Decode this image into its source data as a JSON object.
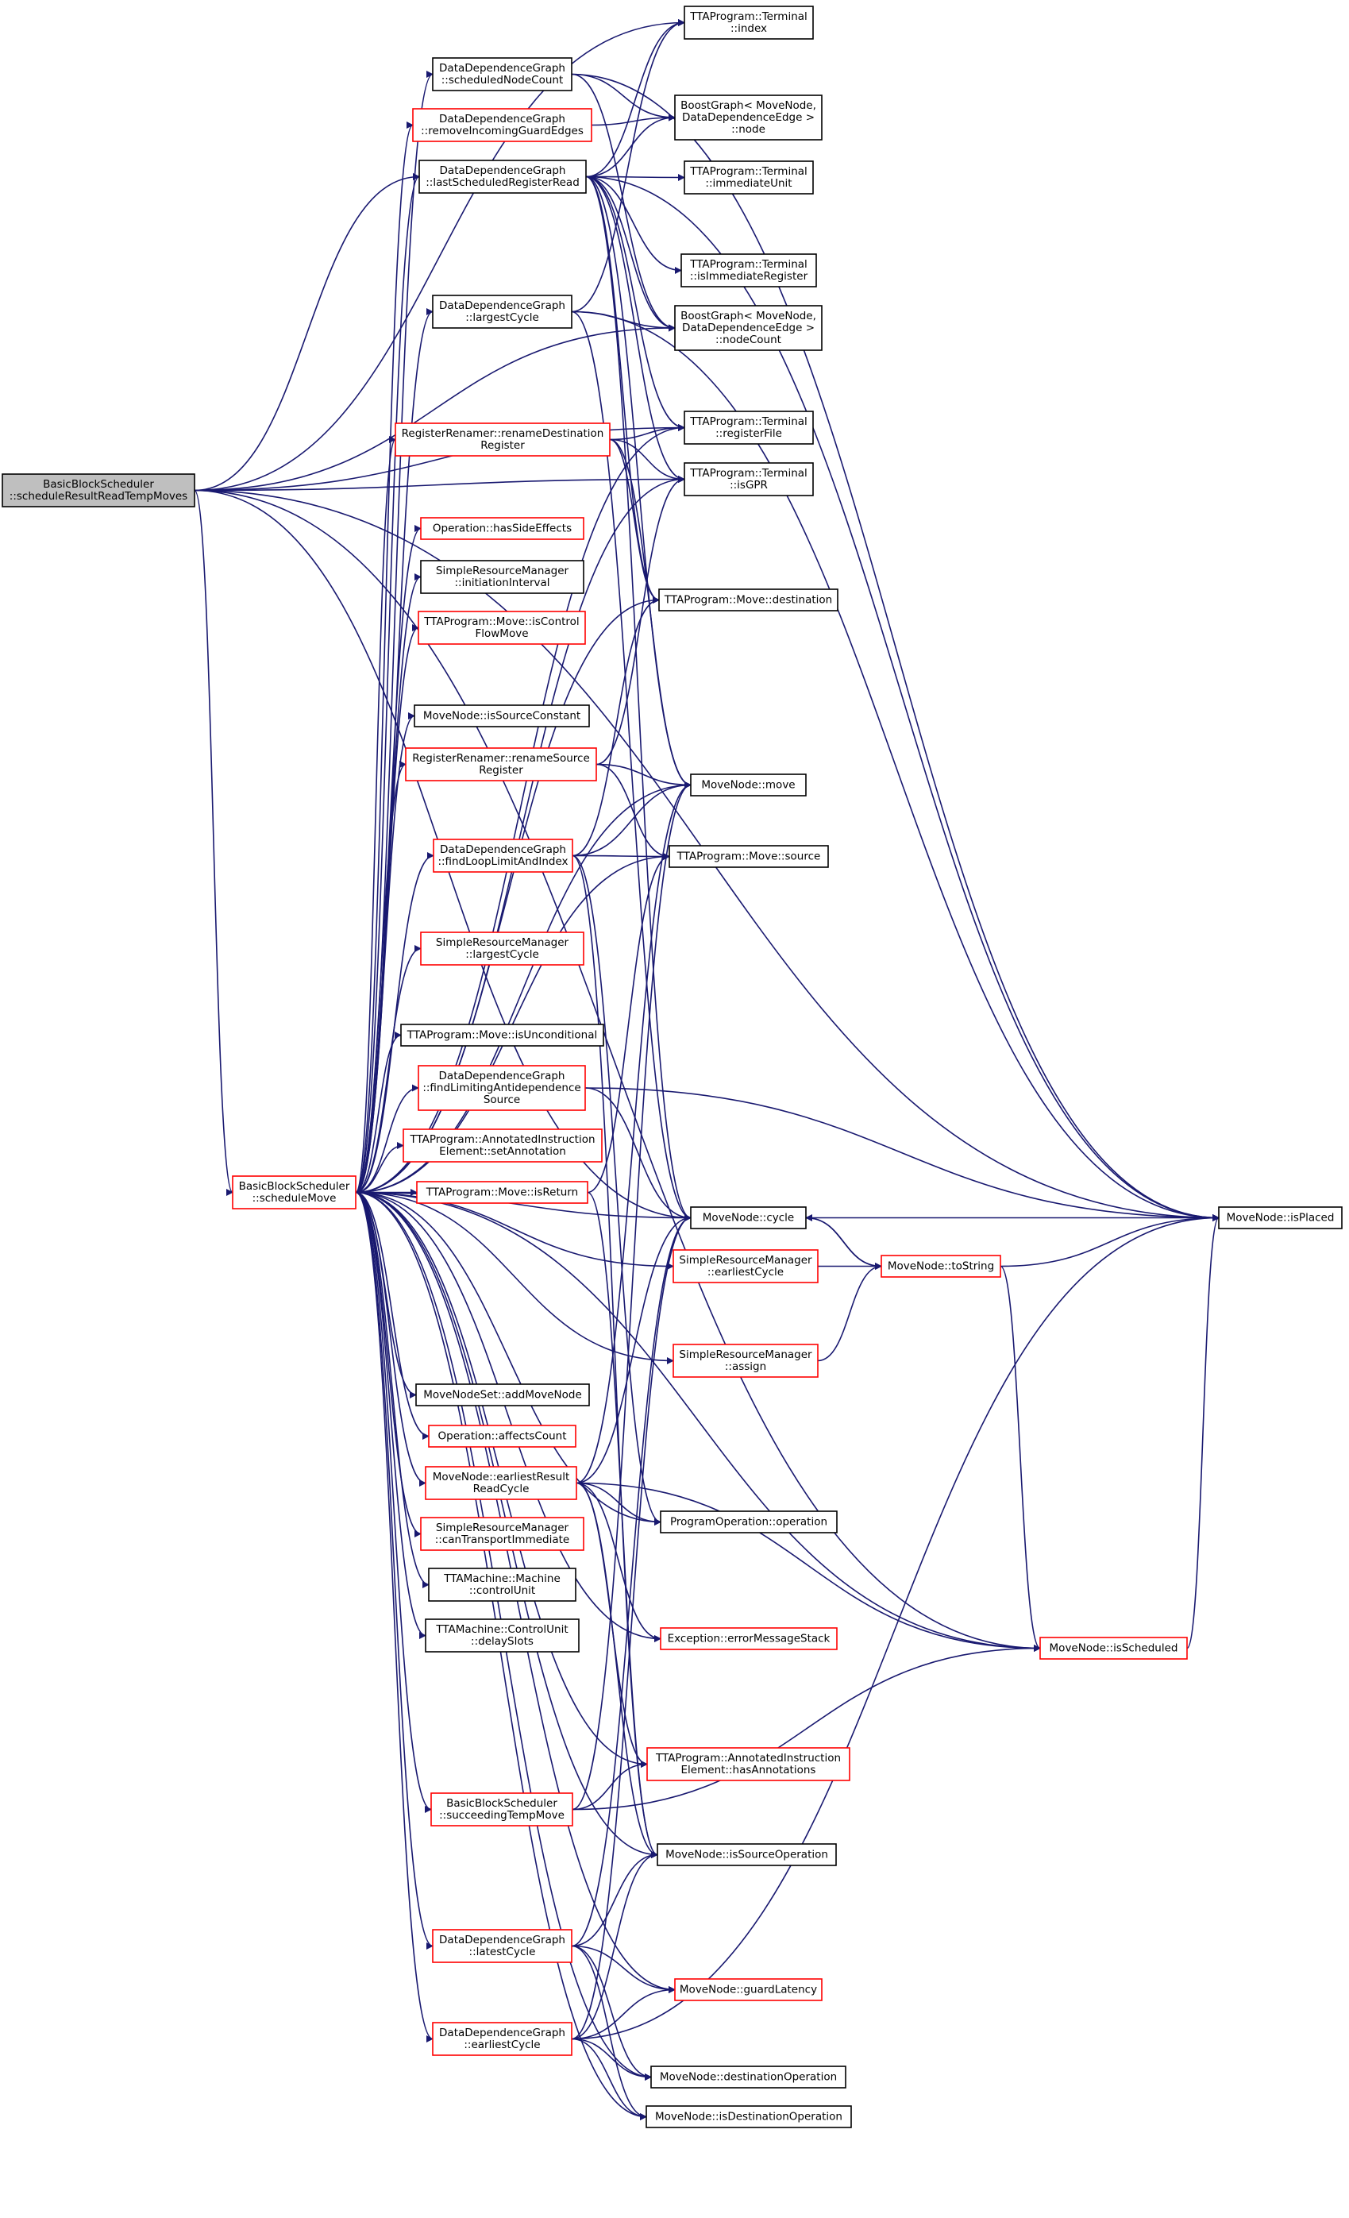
{
  "graph": {
    "title": "BasicBlockScheduler::scheduleResultReadTempMoves call graph",
    "colors": {
      "edge": "#191970",
      "border_plain": "#000000",
      "border_red": "#ff0000",
      "root_fill": "#bfbfbf",
      "node_fill": "#ffffff"
    },
    "nodes": [
      {
        "id": "root",
        "lines": [
          "BasicBlockScheduler",
          "::scheduleResultReadTempMoves"
        ],
        "style": "root"
      },
      {
        "id": "sm",
        "lines": [
          "BasicBlockScheduler",
          "::scheduleMove"
        ],
        "style": "red"
      },
      {
        "id": "ddg_snc",
        "lines": [
          "DataDependenceGraph",
          "::scheduledNodeCount"
        ],
        "style": "plain"
      },
      {
        "id": "ddg_rige",
        "lines": [
          "DataDependenceGraph",
          "::removeIncomingGuardEdges"
        ],
        "style": "red"
      },
      {
        "id": "ddg_lsrr",
        "lines": [
          "DataDependenceGraph",
          "::lastScheduledRegisterRead"
        ],
        "style": "plain"
      },
      {
        "id": "ddg_lc",
        "lines": [
          "DataDependenceGraph",
          "::largestCycle"
        ],
        "style": "plain"
      },
      {
        "id": "rr_rdr",
        "lines": [
          "RegisterRenamer::renameDestination",
          "Register"
        ],
        "style": "red"
      },
      {
        "id": "op_hse",
        "lines": [
          "Operation::hasSideEffects"
        ],
        "style": "red"
      },
      {
        "id": "srm_ii",
        "lines": [
          "SimpleResourceManager",
          "::initiationInterval"
        ],
        "style": "plain"
      },
      {
        "id": "mv_icf",
        "lines": [
          "TTAProgram::Move::isControl",
          "FlowMove"
        ],
        "style": "red"
      },
      {
        "id": "mn_isc",
        "lines": [
          "MoveNode::isSourceConstant"
        ],
        "style": "plain"
      },
      {
        "id": "rr_rsr",
        "lines": [
          "RegisterRenamer::renameSource",
          "Register"
        ],
        "style": "red"
      },
      {
        "id": "ddg_flli",
        "lines": [
          "DataDependenceGraph",
          "::findLoopLimitAndIndex"
        ],
        "style": "red"
      },
      {
        "id": "srm_lc",
        "lines": [
          "SimpleResourceManager",
          "::largestCycle"
        ],
        "style": "red"
      },
      {
        "id": "mv_iu",
        "lines": [
          "TTAProgram::Move::isUnconditional"
        ],
        "style": "plain"
      },
      {
        "id": "ddg_flas",
        "lines": [
          "DataDependenceGraph",
          "::findLimitingAntidependence",
          "Source"
        ],
        "style": "red"
      },
      {
        "id": "aie_sa",
        "lines": [
          "TTAProgram::AnnotatedInstruction",
          "Element::setAnnotation"
        ],
        "style": "red"
      },
      {
        "id": "mv_ir",
        "lines": [
          "TTAProgram::Move::isReturn"
        ],
        "style": "red"
      },
      {
        "id": "mns_amn",
        "lines": [
          "MoveNodeSet::addMoveNode"
        ],
        "style": "plain"
      },
      {
        "id": "op_ac",
        "lines": [
          "Operation::affectsCount"
        ],
        "style": "red"
      },
      {
        "id": "mn_errc",
        "lines": [
          "MoveNode::earliestResult",
          "ReadCycle"
        ],
        "style": "red"
      },
      {
        "id": "srm_cti",
        "lines": [
          "SimpleResourceManager",
          "::canTransportImmediate"
        ],
        "style": "red"
      },
      {
        "id": "m_cu",
        "lines": [
          "TTAMachine::Machine",
          "::controlUnit"
        ],
        "style": "plain"
      },
      {
        "id": "cu_ds",
        "lines": [
          "TTAMachine::ControlUnit",
          "::delaySlots"
        ],
        "style": "plain"
      },
      {
        "id": "bbs_stm",
        "lines": [
          "BasicBlockScheduler",
          "::succeedingTempMove"
        ],
        "style": "red"
      },
      {
        "id": "ddg_lac",
        "lines": [
          "DataDependenceGraph",
          "::latestCycle"
        ],
        "style": "red"
      },
      {
        "id": "ddg_eac",
        "lines": [
          "DataDependenceGraph",
          "::earliestCycle"
        ],
        "style": "red"
      },
      {
        "id": "t_index",
        "lines": [
          "TTAProgram::Terminal",
          "::index"
        ],
        "style": "plain"
      },
      {
        "id": "bg_node",
        "lines": [
          "BoostGraph< MoveNode,",
          "DataDependenceEdge >",
          "::node"
        ],
        "style": "plain"
      },
      {
        "id": "t_iu",
        "lines": [
          "TTAProgram::Terminal",
          "::immediateUnit"
        ],
        "style": "plain"
      },
      {
        "id": "t_iir",
        "lines": [
          "TTAProgram::Terminal",
          "::isImmediateRegister"
        ],
        "style": "plain"
      },
      {
        "id": "bg_nc",
        "lines": [
          "BoostGraph< MoveNode,",
          "DataDependenceEdge >",
          "::nodeCount"
        ],
        "style": "plain"
      },
      {
        "id": "t_rf",
        "lines": [
          "TTAProgram::Terminal",
          "::registerFile"
        ],
        "style": "plain"
      },
      {
        "id": "t_isgpr",
        "lines": [
          "TTAProgram::Terminal",
          "::isGPR"
        ],
        "style": "plain"
      },
      {
        "id": "mv_dest",
        "lines": [
          "TTAProgram::Move::destination"
        ],
        "style": "plain"
      },
      {
        "id": "mn_move",
        "lines": [
          "MoveNode::move"
        ],
        "style": "plain"
      },
      {
        "id": "mv_src",
        "lines": [
          "TTAProgram::Move::source"
        ],
        "style": "plain"
      },
      {
        "id": "mn_cycle",
        "lines": [
          "MoveNode::cycle"
        ],
        "style": "plain"
      },
      {
        "id": "srm_ec",
        "lines": [
          "SimpleResourceManager",
          "::earliestCycle"
        ],
        "style": "red"
      },
      {
        "id": "srm_assign",
        "lines": [
          "SimpleResourceManager",
          "::assign"
        ],
        "style": "red"
      },
      {
        "id": "po_op",
        "lines": [
          "ProgramOperation::operation"
        ],
        "style": "plain"
      },
      {
        "id": "ex_ems",
        "lines": [
          "Exception::errorMessageStack"
        ],
        "style": "red"
      },
      {
        "id": "aie_ha",
        "lines": [
          "TTAProgram::AnnotatedInstruction",
          "Element::hasAnnotations"
        ],
        "style": "red"
      },
      {
        "id": "mn_iso",
        "lines": [
          "MoveNode::isSourceOperation"
        ],
        "style": "plain"
      },
      {
        "id": "mn_gl",
        "lines": [
          "MoveNode::guardLatency"
        ],
        "style": "red"
      },
      {
        "id": "mn_do",
        "lines": [
          "MoveNode::destinationOperation"
        ],
        "style": "plain"
      },
      {
        "id": "mn_ido",
        "lines": [
          "MoveNode::isDestinationOperation"
        ],
        "style": "plain"
      },
      {
        "id": "mn_ts",
        "lines": [
          "MoveNode::toString"
        ],
        "style": "red"
      },
      {
        "id": "mn_isch",
        "lines": [
          "MoveNode::isScheduled"
        ],
        "style": "red"
      },
      {
        "id": "mn_ip",
        "lines": [
          "MoveNode::isPlaced"
        ],
        "style": "plain"
      }
    ]
  }
}
